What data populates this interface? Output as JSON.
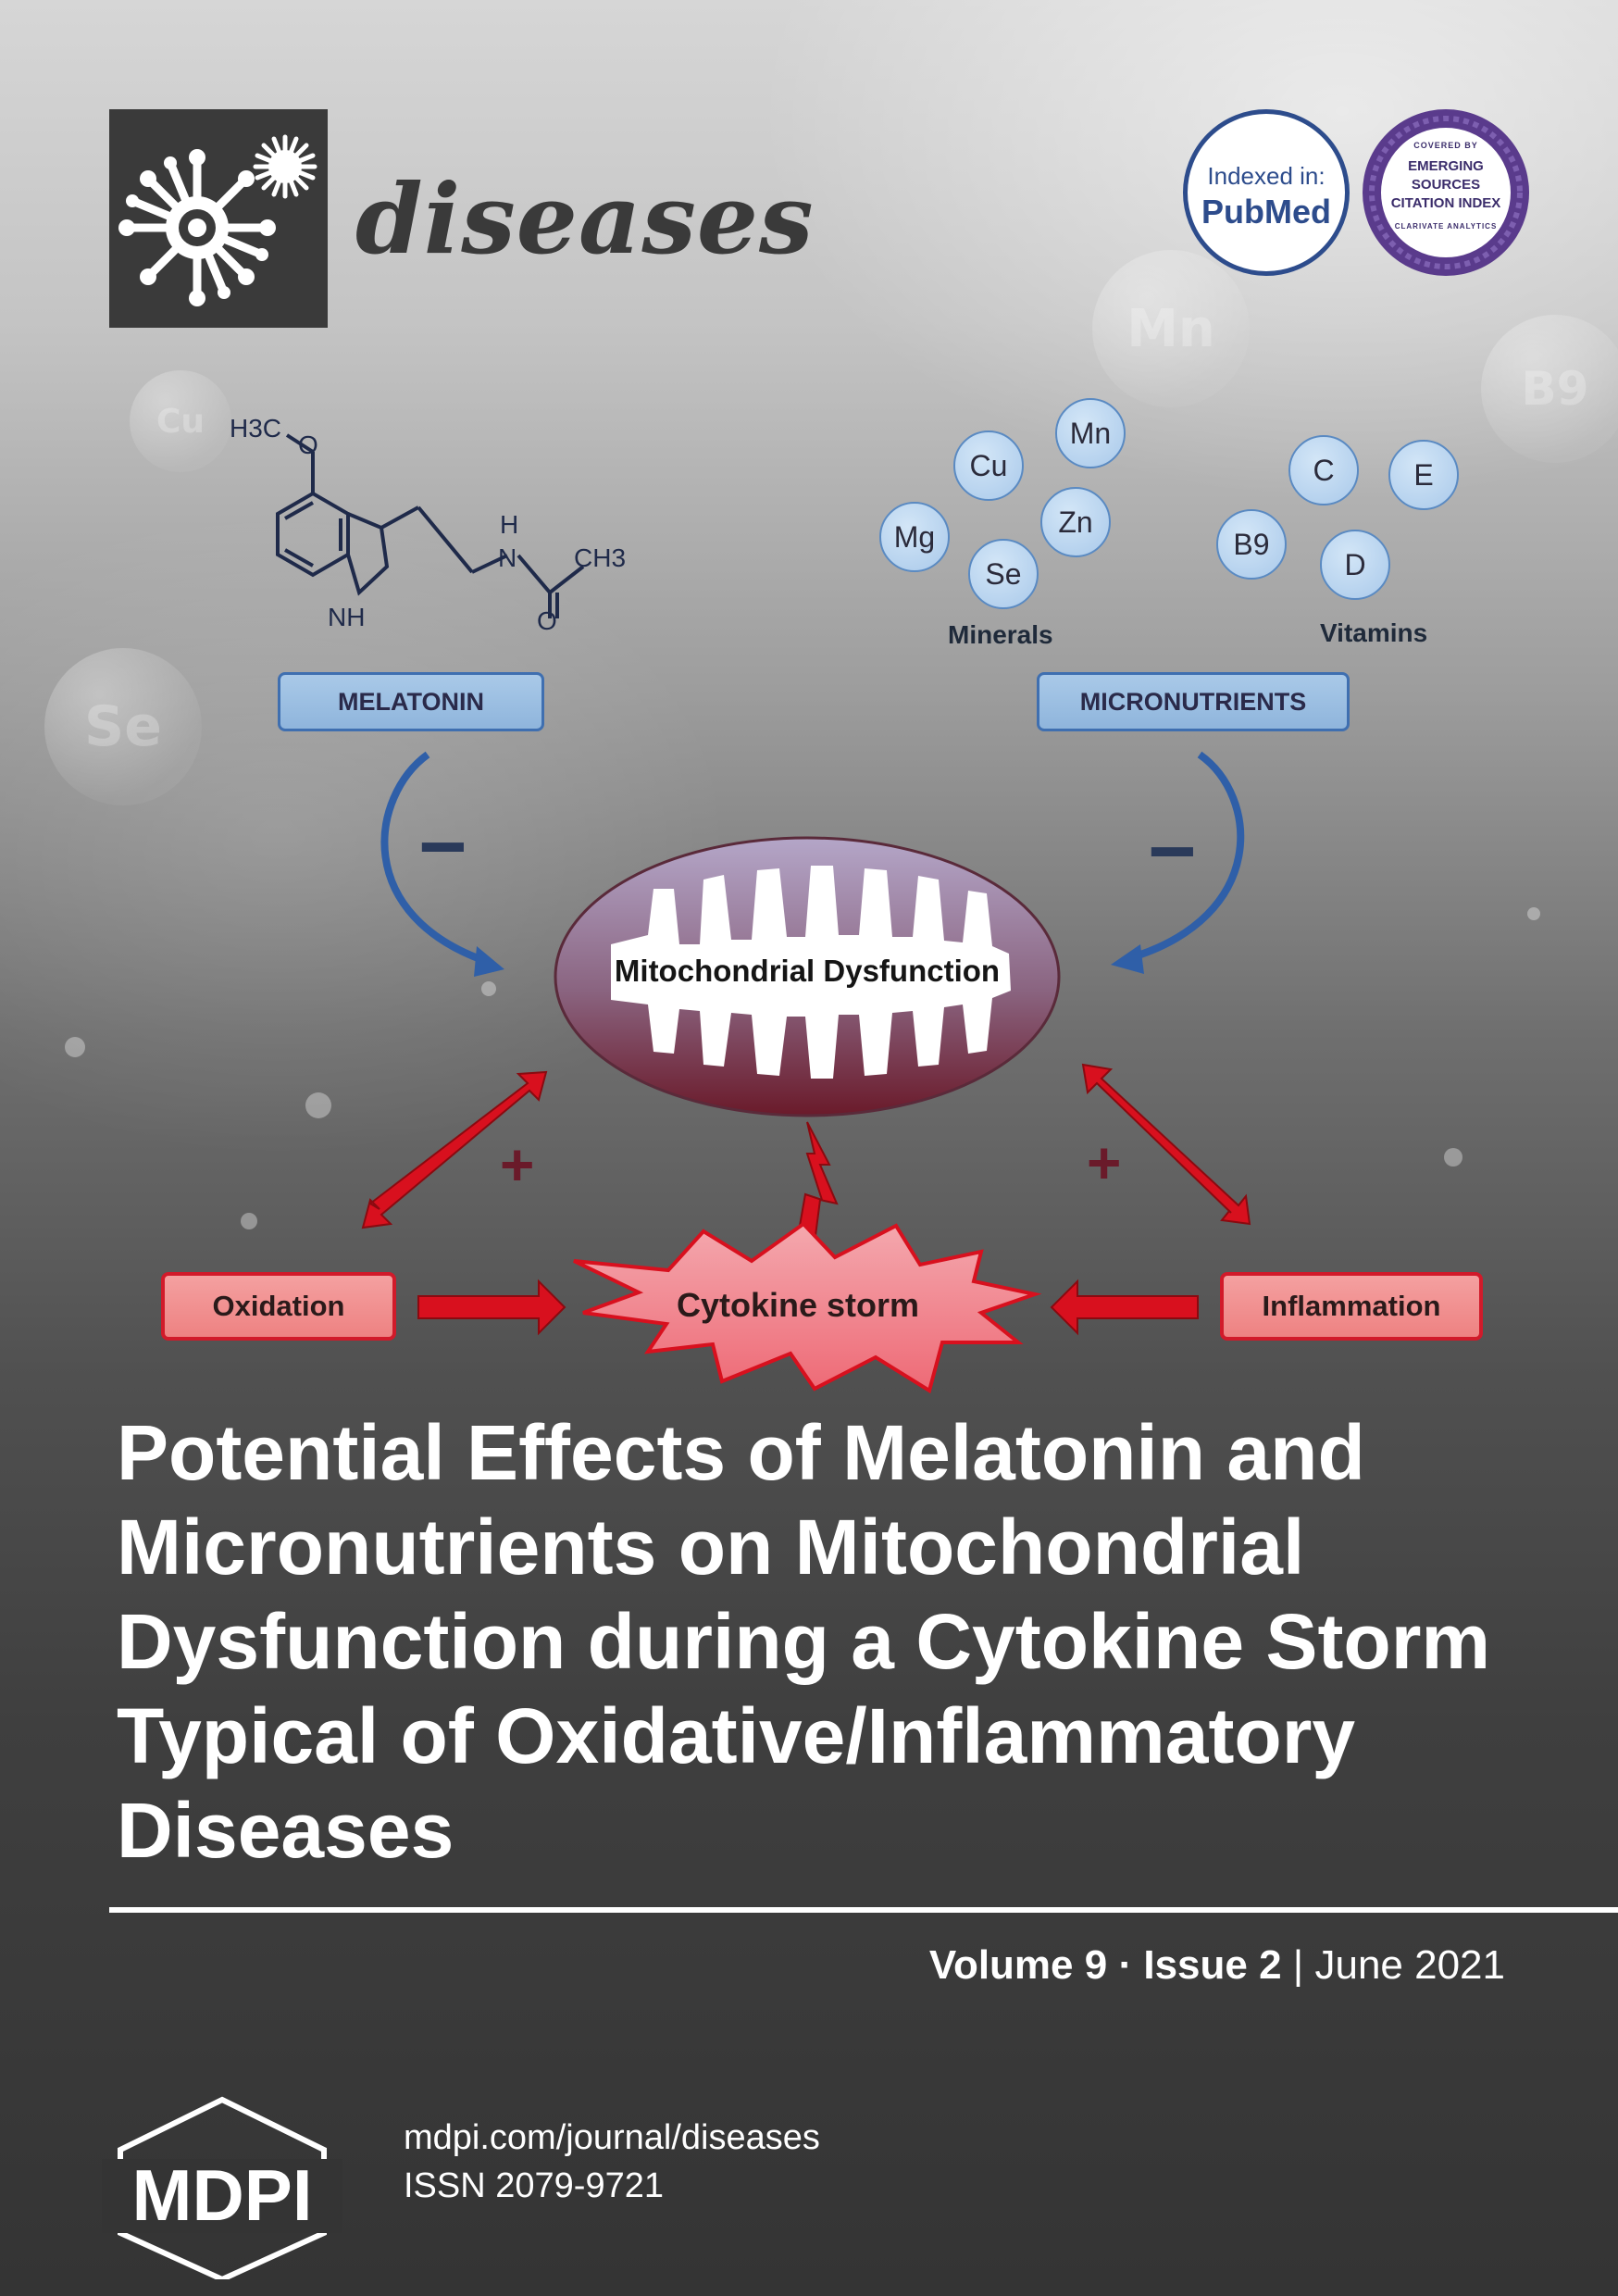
{
  "journal": {
    "name": "diseases",
    "logo_icon": "virus-icon"
  },
  "badges": {
    "pubmed": {
      "line1": "Indexed in:",
      "line2": "PubMed"
    },
    "esci": {
      "covered": "COVERED BY",
      "line1": "EMERGING",
      "line2": "SOURCES",
      "line3": "CITATION INDEX",
      "footer": "CLARIVATE ANALYTICS"
    }
  },
  "diagram": {
    "melatonin_label": "MELATONIN",
    "micronutrients_label": "MICRONUTRIENTS",
    "molecule": {
      "h3c_o": "H3C",
      "o": "O",
      "h": "H",
      "n": "N",
      "ch3": "CH3",
      "o2": "O",
      "nh": "NH"
    },
    "minerals": [
      "Mn",
      "Cu",
      "Zn",
      "Mg",
      "Se"
    ],
    "vitamins": [
      "C",
      "E",
      "B9",
      "D"
    ],
    "minerals_label": "Minerals",
    "vitamins_label": "Vitamins",
    "minus_sign": "−",
    "plus_sign": "+",
    "mitochondria_label": "Mitochondrial  Dysfunction",
    "oxidation_label": "Oxidation",
    "inflammation_label": "Inflammation",
    "cytokine_label": "Cytokine storm"
  },
  "background_bubbles": [
    "Mn",
    "B9",
    "Cu",
    "Se"
  ],
  "article_title": "Potential Effects of Melatonin and Micronutrients on Mitochondrial Dysfunction during a Cytokine Storm Typical of Oxidative/Inflammatory Diseases",
  "issue": {
    "volume": "Volume 9",
    "separator": "·",
    "issue": "Issue 2",
    "bar": "|",
    "date": "June 2021"
  },
  "publisher": {
    "name": "MDPI",
    "url": "mdpi.com/journal/diseases",
    "issn": "ISSN 2079-9721"
  },
  "colors": {
    "cover_dark": "#343434",
    "logo_box": "#3a3a3a",
    "pubmed_blue": "#2d4c8c",
    "esci_purple": "#5a3b8c",
    "arrow_red": "#d8101e",
    "arrow_blue": "#2f5fa8"
  }
}
